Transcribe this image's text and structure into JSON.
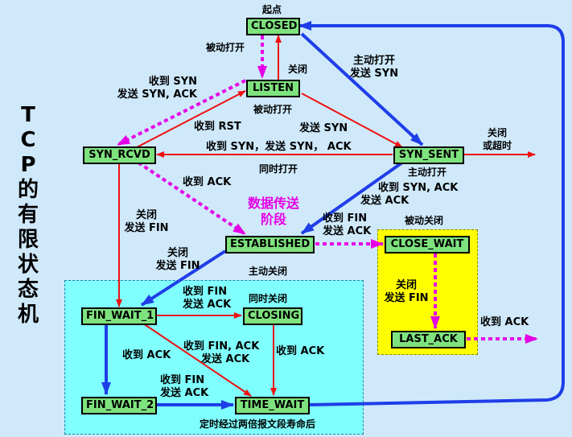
{
  "title_chars": [
    "T",
    "C",
    "P",
    "的",
    "有",
    "限",
    "状",
    "态",
    "机"
  ],
  "states": {
    "closed": "CLOSED",
    "listen": "LISTEN",
    "syn_rcvd": "SYN_RCVD",
    "syn_sent": "SYN_SENT",
    "established": "ESTABLISHED",
    "close_wait": "CLOSE_WAIT",
    "last_ack": "LAST_ACK",
    "fin_wait_1": "FIN_WAIT_1",
    "fin_wait_2": "FIN_WAIT_2",
    "closing": "CLOSING",
    "time_wait": "TIME_WAIT"
  },
  "labels": {
    "start": "起点",
    "passive_open": "被动打开",
    "close_listen": "关闭",
    "active_open_send_syn": [
      "主动打开",
      "发送 SYN"
    ],
    "recv_syn_send_synack": [
      "收到 SYN",
      "发送 SYN, ACK"
    ],
    "passive_open2": "被动打开",
    "recv_rst": "收到 RST",
    "send_syn": "发送 SYN",
    "close_or_timeout": [
      "关闭",
      "或超时"
    ],
    "simul_syn": "收到 SYN，发送 SYN， ACK",
    "simul_open": "同时打开",
    "active_open2": "主动打开",
    "recv_ack": "收到 ACK",
    "recv_synack_send_ack": [
      "收到 SYN, ACK",
      "发送 ACK"
    ],
    "data_phase": [
      "数据传送",
      "阶段"
    ],
    "close_send_fin_rcvd": [
      "关闭",
      "发送 FIN"
    ],
    "recv_fin_send_ack": [
      "收到 FIN",
      "发送 ACK"
    ],
    "passive_close": "被动关闭",
    "close_send_fin_est": [
      "关闭",
      "发送 FIN"
    ],
    "active_close": "主动关闭",
    "close_send_fin_cw": [
      "关闭",
      "发送 FIN"
    ],
    "recv_ack_last": "收到 ACK",
    "fw1_recv_fin_send_ack": [
      "收到 FIN",
      "发送 ACK"
    ],
    "simul_close": "同时关闭",
    "fw1_recv_ack": "收到 ACK",
    "fw1_recv_finack_send_ack": [
      "收到 FIN, ACK",
      "发送 ACK"
    ],
    "closing_recv_ack": "收到 ACK",
    "fw2_recv_fin_send_ack": [
      "收到 FIN",
      "发送 ACK"
    ],
    "timeout_2msl": "定时经过两倍报文段寿命后"
  },
  "colors": {
    "background": "#cfe9fb",
    "state_fill": "#7ee37e",
    "client_path": "#1f3ee8",
    "server_path": "#e600e6",
    "other_path": "#ee1111",
    "client_zone": "#80ffff",
    "server_zone": "#ffff00"
  }
}
